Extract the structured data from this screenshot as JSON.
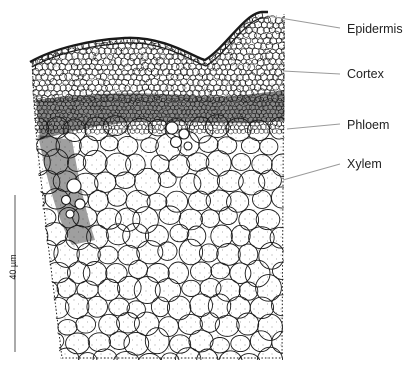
{
  "labels": {
    "epidermis": "Epidermis",
    "cortex": "Cortex",
    "phloem": "Phloem",
    "xylem": "Xylem"
  },
  "scale_bar": {
    "text": "40 µm"
  },
  "colors": {
    "ink": "#1a1a1a",
    "leader": "#9a9a9a",
    "background": "#ffffff"
  }
}
